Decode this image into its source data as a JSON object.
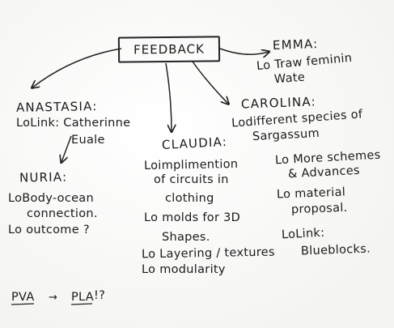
{
  "root": "FEEDBACK",
  "branches": {
    "emma": {
      "name": "EMMA:",
      "notes": [
        "Lo Traw feminin",
        "Wate"
      ]
    },
    "anastasia": {
      "name": "ANASTASIA:",
      "notes": [
        "LoLink: Catherinne",
        "Euale"
      ]
    },
    "nuria": {
      "name": "NURIA:",
      "notes": [
        "LoBody-ocean",
        "connection.",
        "Lo outcome ?"
      ]
    },
    "claudia": {
      "name": "CLAUDIA:",
      "notes": [
        "Loimplimention",
        "of circuits in",
        "clothing",
        "Lo molds for 3D",
        "Shapes.",
        "Lo Layering / textures",
        "Lo modularity"
      ]
    },
    "carolina": {
      "name": "CAROLINA:",
      "notes": [
        "Lodifferent species of",
        "Sargassum",
        "Lo More schemes",
        "& Advances",
        "Lo material",
        "proposal.",
        "LoLink:",
        "Blueblocks."
      ]
    }
  },
  "footer": {
    "left": "PVA",
    "arrow": "→",
    "right": "PLA",
    "mark": "!?"
  }
}
